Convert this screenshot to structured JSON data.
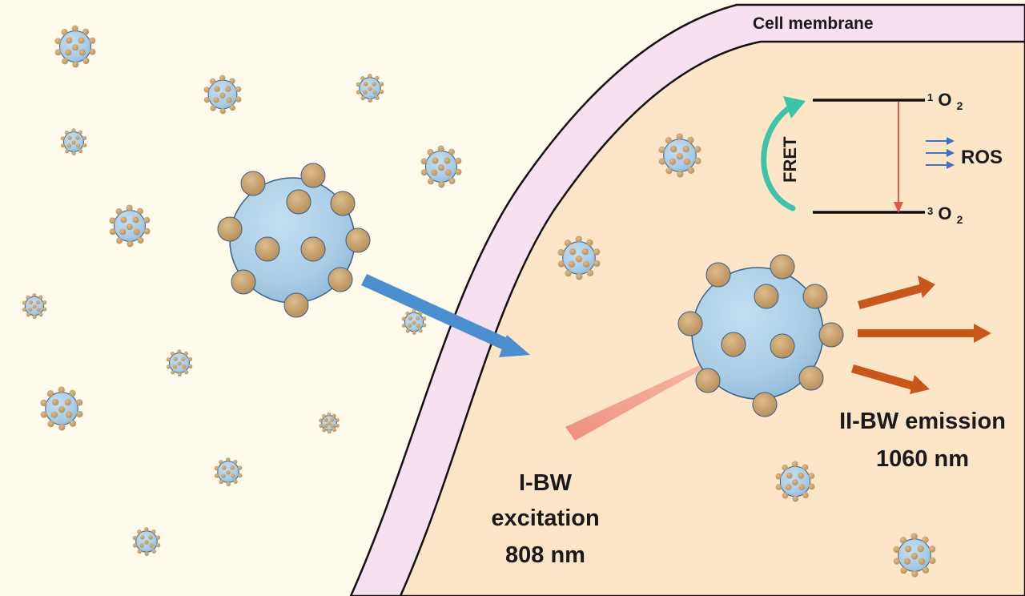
{
  "labels": {
    "membrane": "Cell membrane",
    "fret": "FRET",
    "ros": "ROS",
    "singlet_oxygen": {
      "sup": "1",
      "base": "O",
      "sub": "2"
    },
    "triplet_oxygen": {
      "sup": "3",
      "base": "O",
      "sub": "2"
    },
    "excitation_line1": "I-BW",
    "excitation_line2": "excitation",
    "excitation_line3": "808 nm",
    "emission_line1": "II-BW emission",
    "emission_line2": "1060 nm"
  },
  "colors": {
    "background": "#fffbec",
    "cytoplasm": "#fde6c8",
    "membrane": "#f7e0f0",
    "nanoparticle_core": "#a9cde6",
    "nanoparticle_dots": "#c9a574",
    "uptake_arrow": "#4b8fcf",
    "excitation_beam": "#f08a7a",
    "emission_arrows": "#c9561a",
    "fret_arrow": "#3cc3a8",
    "ros_arrows": "#3f73c7",
    "transition_arrow": "#e05a4a"
  }
}
